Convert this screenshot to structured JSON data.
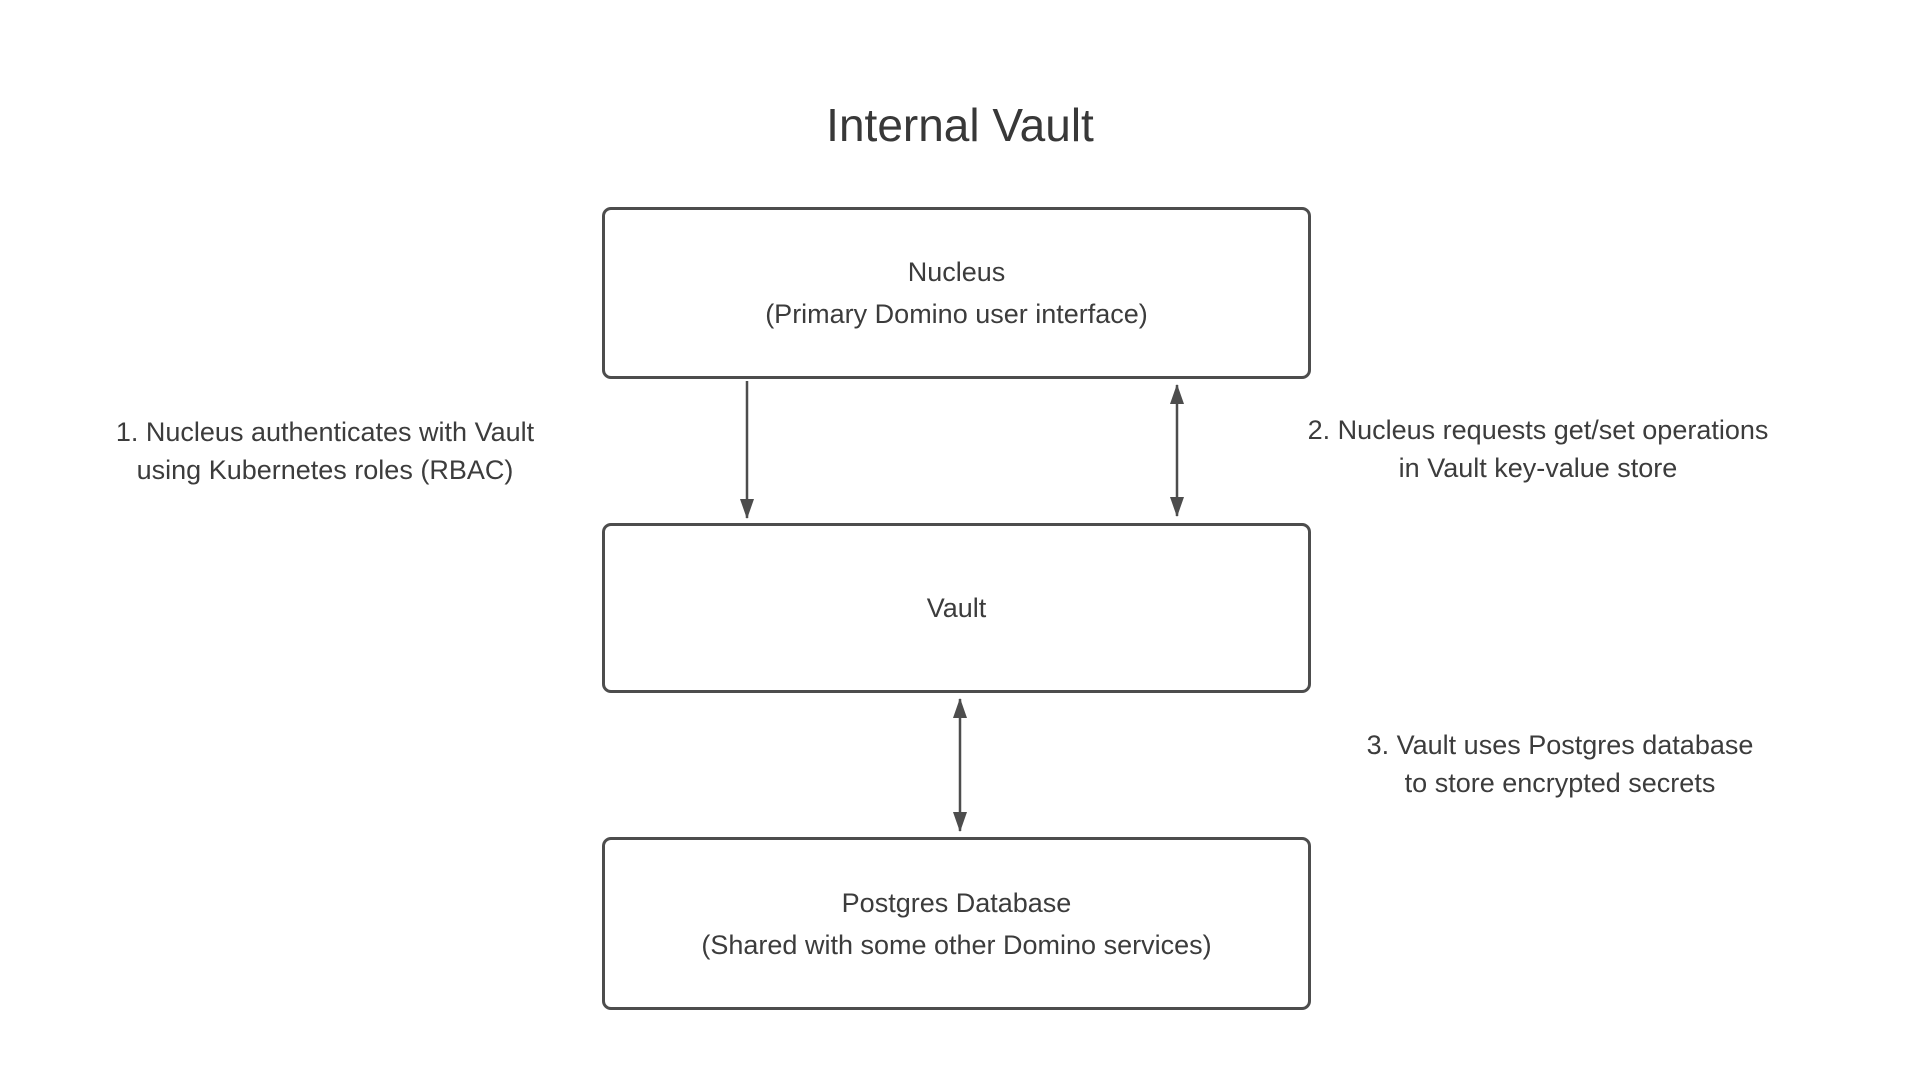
{
  "title": "Internal Vault",
  "colors": {
    "background": "#ffffff",
    "stroke": "#4d4d4d",
    "text": "#3c3c3c"
  },
  "nodes": {
    "nucleus": {
      "line1": "Nucleus",
      "line2": "(Primary Domino user interface)"
    },
    "vault": {
      "line1": "Vault"
    },
    "postgres": {
      "line1": "Postgres Database",
      "line2": "(Shared with some other Domino services)"
    }
  },
  "annotations": {
    "note1": {
      "line1": "1. Nucleus authenticates with Vault",
      "line2": "using Kubernetes roles (RBAC)"
    },
    "note2": {
      "line1": "2. Nucleus requests get/set operations",
      "line2": "in Vault key-value store"
    },
    "note3": {
      "line1": "3. Vault uses Postgres database",
      "line2": "to store encrypted secrets"
    }
  },
  "edges": [
    {
      "from": "Nucleus",
      "to": "Vault",
      "style": "arrow-one-way-down"
    },
    {
      "from": "Nucleus",
      "to": "Vault",
      "style": "arrow-two-way"
    },
    {
      "from": "Vault",
      "to": "Postgres Database",
      "style": "arrow-two-way"
    }
  ]
}
